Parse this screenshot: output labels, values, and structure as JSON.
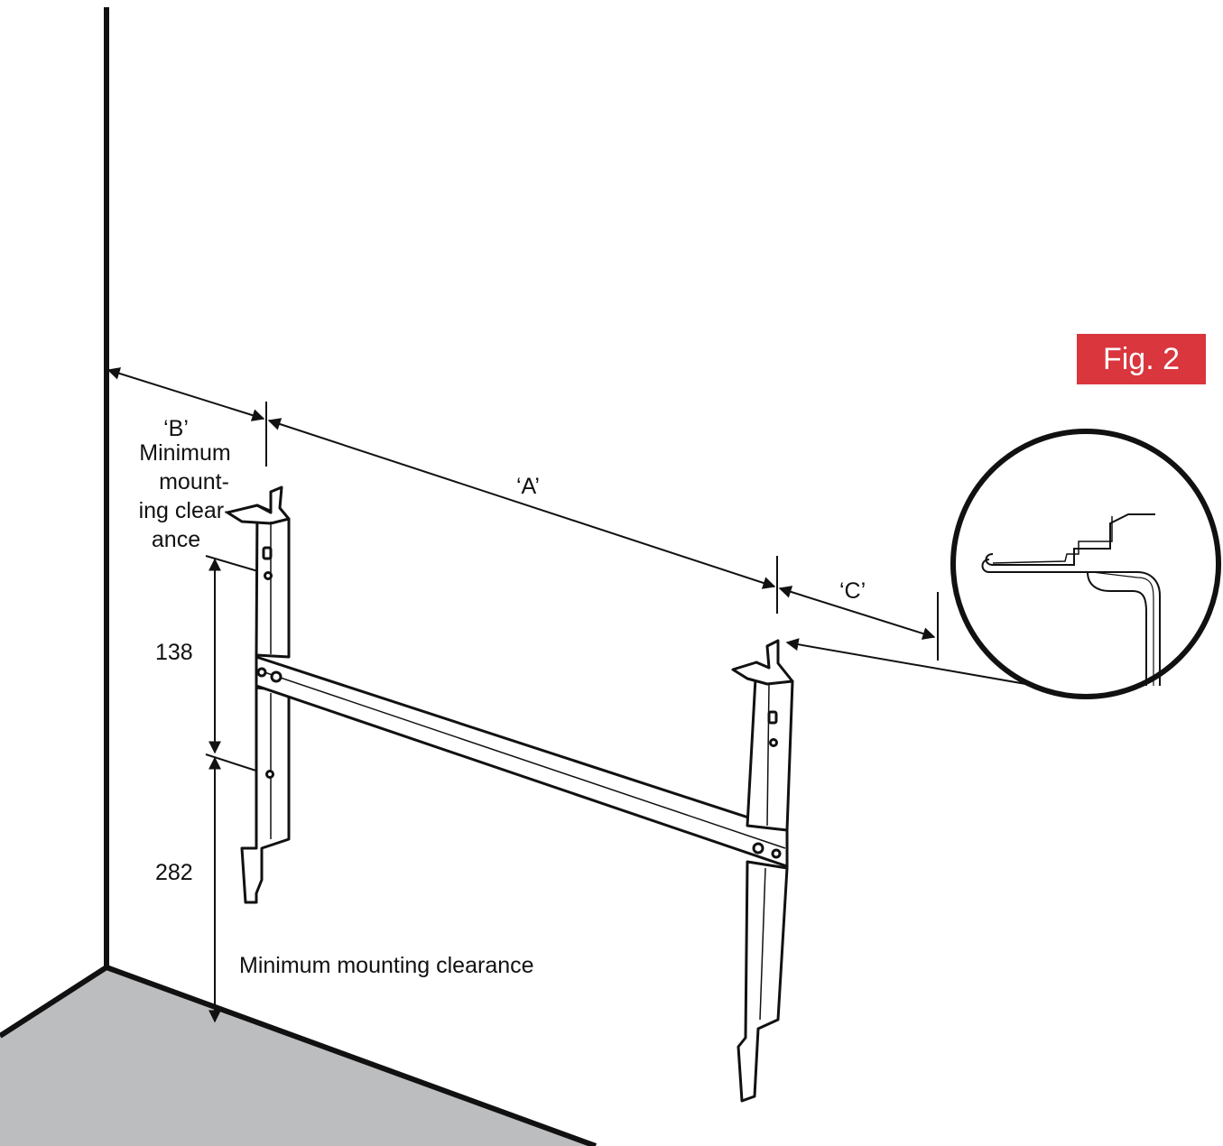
{
  "figure": {
    "badge_text": "Fig. 2",
    "badge_color": "#d9363e"
  },
  "labels": {
    "dim_a": "‘A’",
    "dim_b": "‘B’",
    "dim_b_caption_1": "Minimum",
    "dim_b_caption_2": "mount-",
    "dim_b_caption_3": "ing clear-",
    "dim_b_caption_4": "ance",
    "dim_c": "‘C’",
    "dim_138": "138",
    "dim_282": "282",
    "bottom_caption": "Minimum mounting clearance"
  },
  "colors": {
    "floor": "#bcbdbf",
    "line": "#111111"
  }
}
